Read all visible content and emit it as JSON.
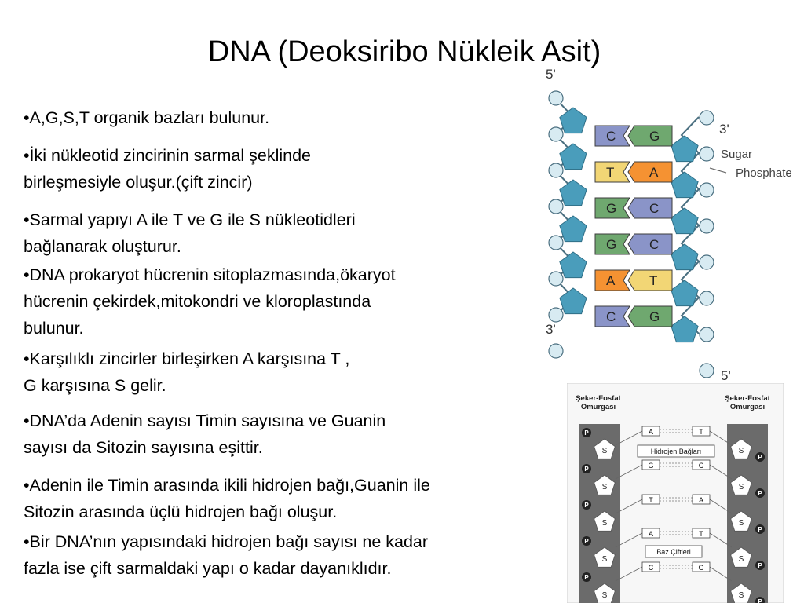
{
  "slide": {
    "title": "DNA (Deoksiribo Nükleik Asit)",
    "bullets": [
      "•A,G,S,T organik bazları bulunur.",
      "•İki nükleotid zincirinin sarmal şeklinde\nbirleşmesiyle oluşur.(çift zincir)",
      "•Sarmal yapıyı A ile T ve G ile S nükleotidleri\nbağlanarak oluşturur.",
      "•DNA prokaryot hücrenin sitoplazmasında,ökaryot\nhücrenin çekirdek,mitokondri ve kloroplastında\nbulunur.",
      "•Karşılıklı zincirler birleşirken A karşısına T ,\nG karşısına S gelir.",
      "•DNA’da Adenin sayısı Timin sayısına ve Guanin\nsayısı da Sitozin sayısına eşittir.",
      "•Adenin ile Timin arasında ikili hidrojen bağı,Guanin ile\nSitozin arasında üçlü hidrojen bağı oluşur.",
      "•Bir DNA’nın yapısındaki hidrojen bağı sayısı ne kadar\nfazla ise çift sarmaldaki yapı o kadar dayanıklıdır."
    ]
  },
  "figure_helix": {
    "label_5_top": "5'",
    "label_3_top": "3'",
    "label_3_bottom": "3'",
    "label_5_bottom": "5'",
    "label_sugar": "Sugar",
    "label_phosphate": "Phosphate",
    "pairs": [
      {
        "left": "C",
        "right": "G",
        "left_color": "#8a94c8",
        "right_color": "#6fa86f"
      },
      {
        "left": "T",
        "right": "A",
        "left_color": "#f2d675",
        "right_color": "#f59232"
      },
      {
        "left": "G",
        "right": "C",
        "left_color": "#6fa86f",
        "right_color": "#8a94c8"
      },
      {
        "left": "G",
        "right": "C",
        "left_color": "#6fa86f",
        "right_color": "#8a94c8"
      },
      {
        "left": "A",
        "right": "T",
        "left_color": "#f59232",
        "right_color": "#f2d675"
      },
      {
        "left": "C",
        "right": "G",
        "left_color": "#8a94c8",
        "right_color": "#6fa86f"
      }
    ],
    "colors": {
      "sugar": "#4a9dbb",
      "phosphate": "#d8ebf2"
    }
  },
  "figure_backbone": {
    "left_header": "Şeker-Fosfat\nOmurgası",
    "right_header": "Şeker-Fosfat\nOmurgası",
    "sugar_label": "S",
    "phosphate_label": "P",
    "hydrogen_label": "Hidrojen Bağları",
    "base_pairs_label": "Baz Çiftleri",
    "pairs": [
      {
        "left": "A",
        "right": "T"
      },
      {
        "left": "G",
        "right": "C"
      },
      {
        "left": "T",
        "right": "A"
      },
      {
        "left": "A",
        "right": "T"
      },
      {
        "left": "C",
        "right": "G"
      }
    ]
  }
}
